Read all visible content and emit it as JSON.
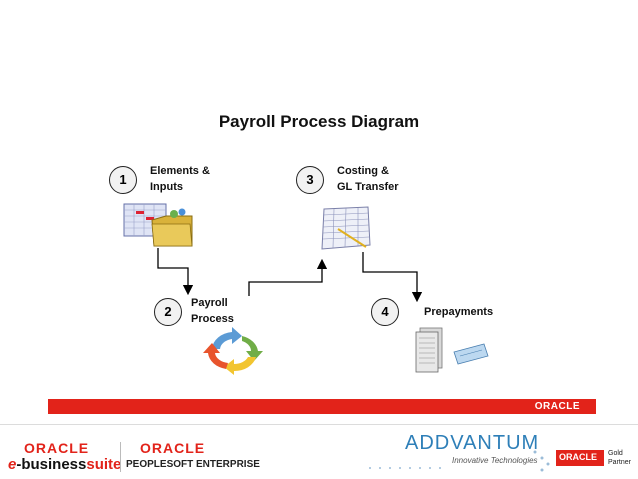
{
  "diagram": {
    "title": "Payroll Process Diagram",
    "steps": [
      {
        "number": "1",
        "label_line1": "Elements &",
        "label_line2": "Inputs",
        "icon": "folder-spreadsheet-icon"
      },
      {
        "number": "2",
        "label_line1": "Payroll",
        "label_line2": "Process",
        "icon": "cycle-arrows-icon"
      },
      {
        "number": "3",
        "label_line1": "Costing &",
        "label_line2": "GL Transfer",
        "icon": "ledger-sheet-icon"
      },
      {
        "number": "4",
        "label_line1": "Prepayments",
        "icon": "documents-check-icon"
      }
    ]
  },
  "banner": {
    "logo_text": "ORACLE",
    "color": "#e2231a"
  },
  "footer": {
    "oracle_ebs_logo": "ORACLE",
    "ebs_e": "e",
    "ebs_business": "-business",
    "ebs_suite": "suite",
    "oracle_psft_logo": "ORACLE",
    "peoplesoft": "PEOPLESOFT ENTERPRISE",
    "addvantum": "ADDVANTUM",
    "addvantum_tagline": "Innovative Technologies",
    "partner_logo": "ORACLE",
    "partner_line1": "Gold",
    "partner_line2": "Partner"
  }
}
